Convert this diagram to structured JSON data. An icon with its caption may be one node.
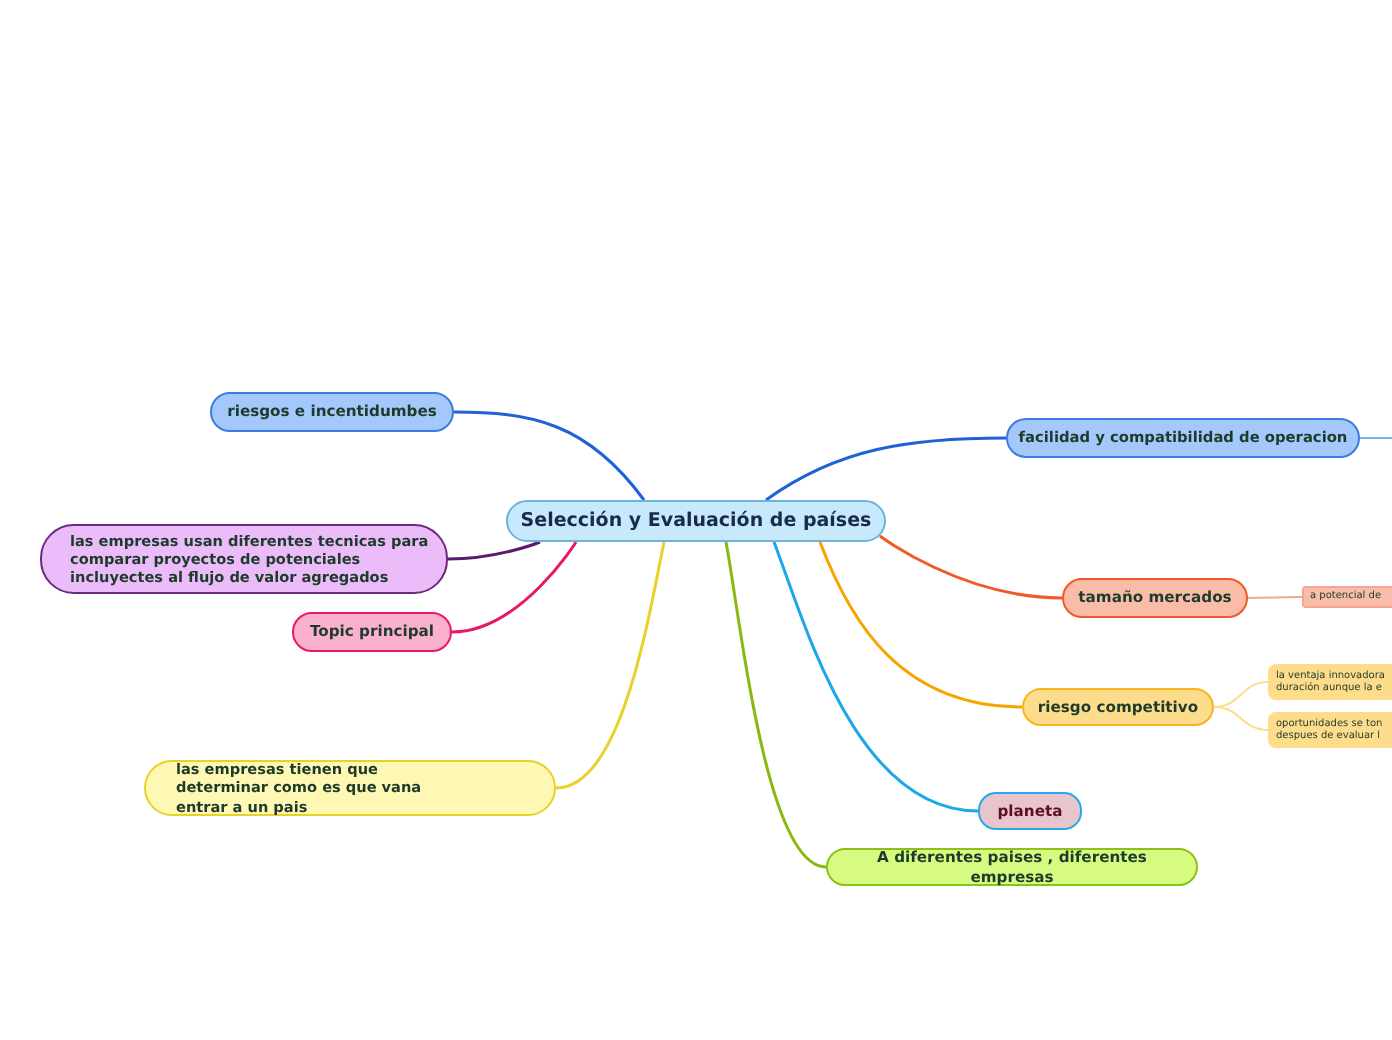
{
  "diagram": {
    "nodes": [
      {
        "text": [
          "Selección y Evaluación de países"
        ]
      },
      {
        "text": [
          "riesgos e incentidumbes"
        ]
      },
      {
        "text": [
          "las empresas usan diferentes tecnicas  para comparar proyectos de potenciales incluyectes al flujo de valor agregados"
        ]
      },
      {
        "text": [
          "Topic principal"
        ]
      },
      {
        "text": [
          "las empresas tienen que determinar como es que vana entrar a un pais"
        ]
      },
      {
        "text": [
          "facilidad y compatibilidad de operacion"
        ]
      },
      {
        "text": [
          "tamaño mercados"
        ]
      },
      {
        "text": [
          "a potencial de"
        ]
      },
      {
        "text": [
          "riesgo competitivo"
        ]
      },
      {
        "text": [
          "la ventaja innovadora duración aunque la e"
        ]
      },
      {
        "text": [
          "oportunidades se ton despues de evaluar l"
        ]
      },
      {
        "text": [
          "planeta"
        ]
      },
      {
        "text": [
          "A diferentes paises , diferentes empresas"
        ]
      }
    ],
    "edges": [
      {
        "from": 0,
        "to": 1,
        "arrow": "none",
        "color": "#1f62d6"
      },
      {
        "from": 0,
        "to": 2,
        "arrow": "none",
        "color": "#5b1a6e"
      },
      {
        "from": 0,
        "to": 3,
        "arrow": "none",
        "color": "#e8176a"
      },
      {
        "from": 0,
        "to": 4,
        "arrow": "none",
        "color": "#e8d22a"
      },
      {
        "from": 0,
        "to": 5,
        "arrow": "none",
        "color": "#1f62d6"
      },
      {
        "from": 5,
        "to": null,
        "arrow": "none",
        "color": "#7ab0ec"
      },
      {
        "from": 0,
        "to": 6,
        "arrow": "none",
        "color": "#f05a28"
      },
      {
        "from": 6,
        "to": 7,
        "arrow": "none",
        "color": "#f3a590"
      },
      {
        "from": 0,
        "to": 8,
        "arrow": "none",
        "color": "#f7a400"
      },
      {
        "from": 8,
        "to": 9,
        "arrow": "none",
        "color": "#fddc8b"
      },
      {
        "from": 8,
        "to": 10,
        "arrow": "none",
        "color": "#fddc8b"
      },
      {
        "from": 0,
        "to": 11,
        "arrow": "none",
        "color": "#1aa8e8"
      },
      {
        "from": 0,
        "to": 12,
        "arrow": "none",
        "color": "#8ab80e"
      }
    ]
  }
}
